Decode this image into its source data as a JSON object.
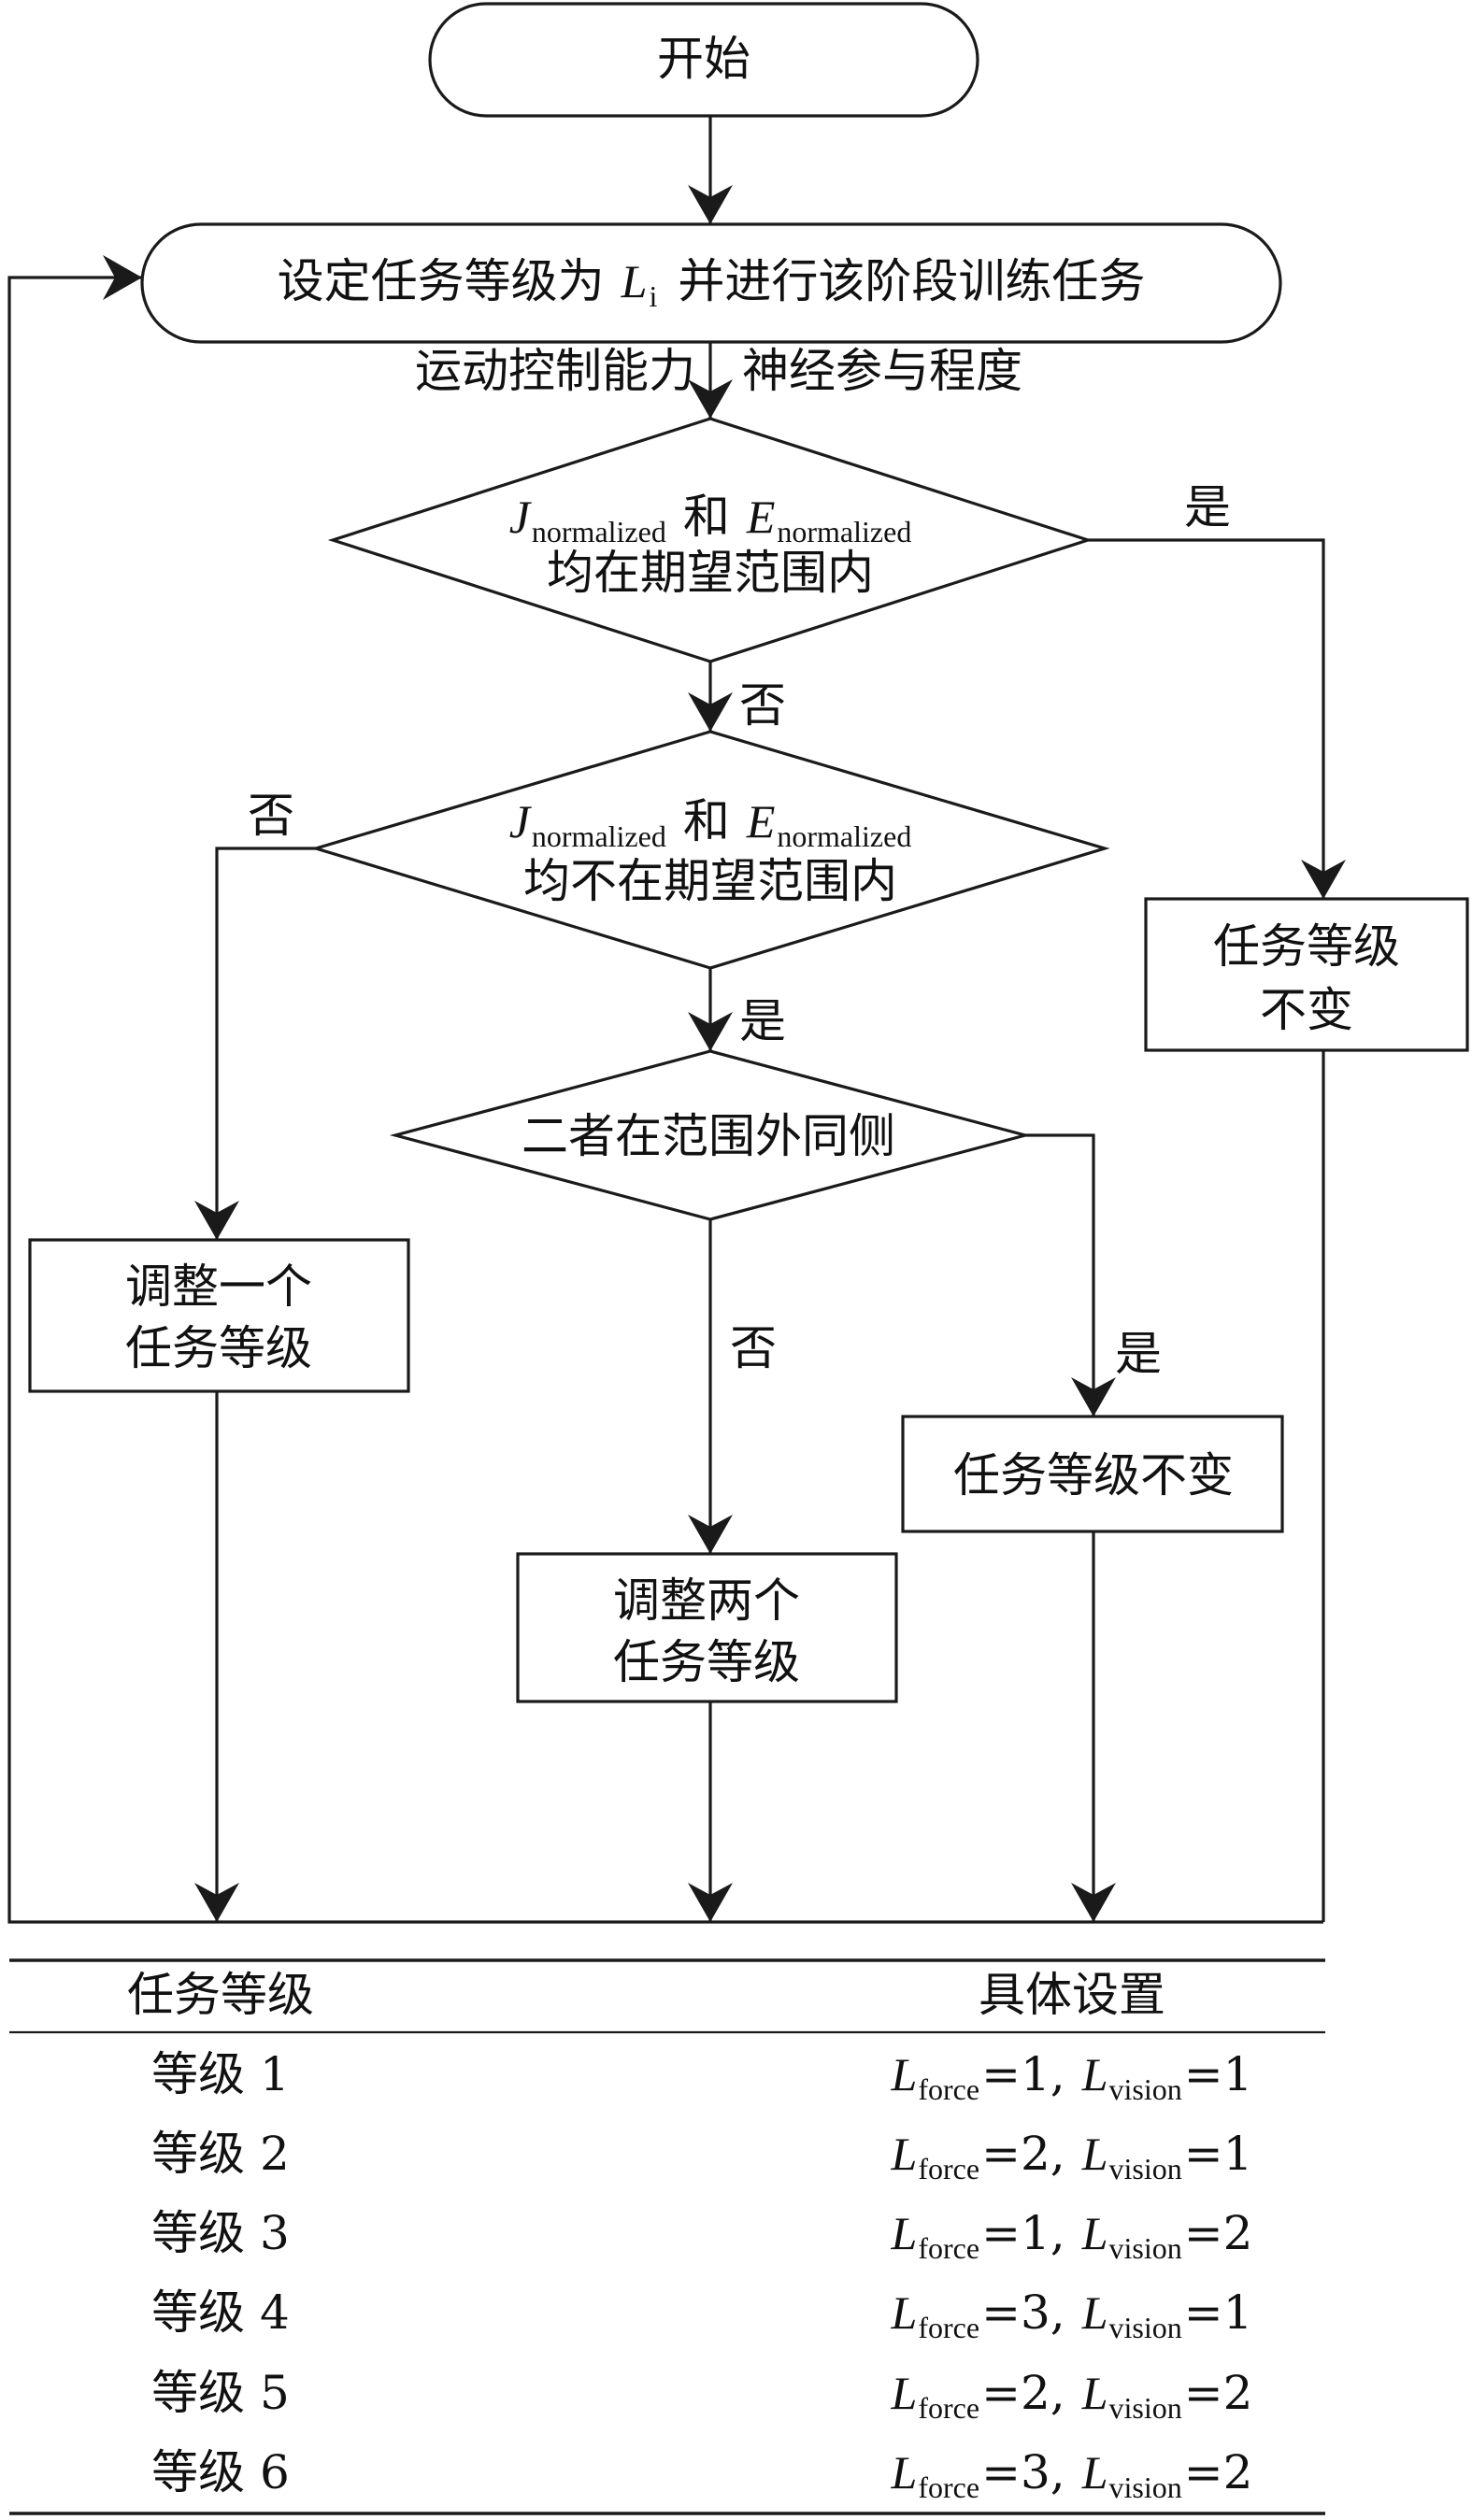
{
  "flowchart": {
    "start": "开始",
    "set_task": {
      "pre": "设定任务等级为",
      "var": "L",
      "var_sub": "i",
      "post": "并进行该阶段训练任务"
    },
    "motor_label": "运动控制能力",
    "neural_label": "神经参与程度",
    "decision1": {
      "j": "J",
      "j_sub": "normalized",
      "and": "和",
      "e": "E",
      "e_sub": "normalized",
      "line2": "均在期望范围内"
    },
    "decision2": {
      "j": "J",
      "j_sub": "normalized",
      "and": "和",
      "e": "E",
      "e_sub": "normalized",
      "line2": "均不在期望范围内"
    },
    "decision3": "二者在范围外同侧",
    "yes": "是",
    "no": "否",
    "box_unchanged_right": {
      "line1": "任务等级",
      "line2": "不变"
    },
    "box_adjust_one": {
      "line1": "调整一个",
      "line2": "任务等级"
    },
    "box_adjust_two": {
      "line1": "调整两个",
      "line2": "任务等级"
    },
    "box_unchanged_mid": "任务等级不变"
  },
  "table": {
    "headers": [
      "任务等级",
      "具体设置"
    ],
    "rows": [
      {
        "level": "等级 1",
        "force": "1",
        "vision": "1"
      },
      {
        "level": "等级 2",
        "force": "2",
        "vision": "1"
      },
      {
        "level": "等级 3",
        "force": "1",
        "vision": "2"
      },
      {
        "level": "等级 4",
        "force": "3",
        "vision": "1"
      },
      {
        "level": "等级 5",
        "force": "2",
        "vision": "2"
      },
      {
        "level": "等级 6",
        "force": "3",
        "vision": "2"
      }
    ],
    "var": "L",
    "force_sub": "force",
    "vision_sub": "vision",
    "eq": "=",
    "sep": ","
  }
}
